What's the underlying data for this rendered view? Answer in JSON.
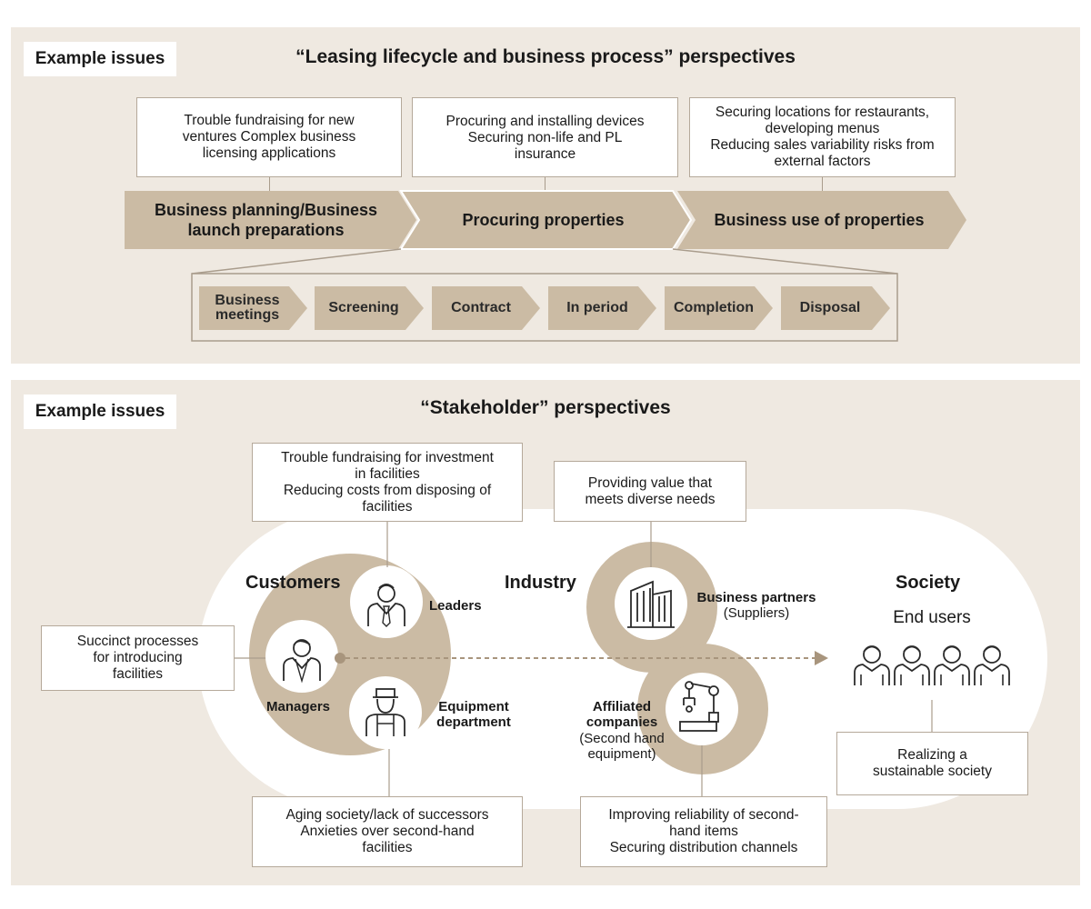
{
  "colors": {
    "panel": "#efe9e1",
    "accent": "#cbbba4",
    "line": "#a99c8c",
    "icon": "#2b2b2b"
  },
  "top": {
    "tag": "Example issues",
    "title": "“Leasing lifecycle and business process” perspectives",
    "issues": [
      [
        "Trouble fundraising for new",
        "ventures Complex business",
        "licensing applications"
      ],
      [
        "Procuring and installing devices",
        "Securing non-life and PL",
        "insurance"
      ],
      [
        "Securing locations for restaurants,",
        "developing menus",
        "Reducing sales variability risks from",
        "external factors"
      ]
    ],
    "stages": [
      [
        "Business planning/Business",
        "launch preparations"
      ],
      [
        "Procuring properties"
      ],
      [
        "Business use of properties"
      ]
    ],
    "steps": [
      [
        "Business",
        "meetings"
      ],
      [
        "Screening"
      ],
      [
        "Contract"
      ],
      [
        "In period"
      ],
      [
        "Completion"
      ],
      [
        "Disposal"
      ]
    ]
  },
  "bottom": {
    "tag": "Example issues",
    "title": "“Stakeholder” perspectives",
    "issue_top_left": [
      "Trouble fundraising for investment",
      "in facilities",
      "Reducing costs from disposing of",
      "facilities"
    ],
    "issue_top_mid": [
      "Providing value that",
      "meets diverse needs"
    ],
    "issue_left": [
      "Succinct processes",
      "for introducing",
      "facilities"
    ],
    "issue_bottom_left": [
      "Aging society/lack of successors",
      "Anxieties over second-hand",
      "facilities"
    ],
    "issue_bottom_mid": [
      "Improving reliability of second-",
      "hand items",
      "Securing distribution channels"
    ],
    "issue_right": [
      "Realizing a",
      "sustainable society"
    ],
    "groups": {
      "customers": "Customers",
      "industry": "Industry",
      "society": "Society"
    },
    "roles": {
      "leaders": "Leaders",
      "managers": "Managers",
      "equipment": [
        "Equipment",
        "department"
      ],
      "partners": "Business partners",
      "partners_sub": "(Suppliers)",
      "affiliated": [
        "Affiliated",
        "companies"
      ],
      "affiliated_sub": [
        "(Second hand",
        "equipment)"
      ],
      "end_users": "End users"
    },
    "icons": [
      "leader-icon",
      "manager-icon",
      "worker-icon",
      "building-icon",
      "robot-arm-icon",
      "end-users-icon"
    ]
  }
}
